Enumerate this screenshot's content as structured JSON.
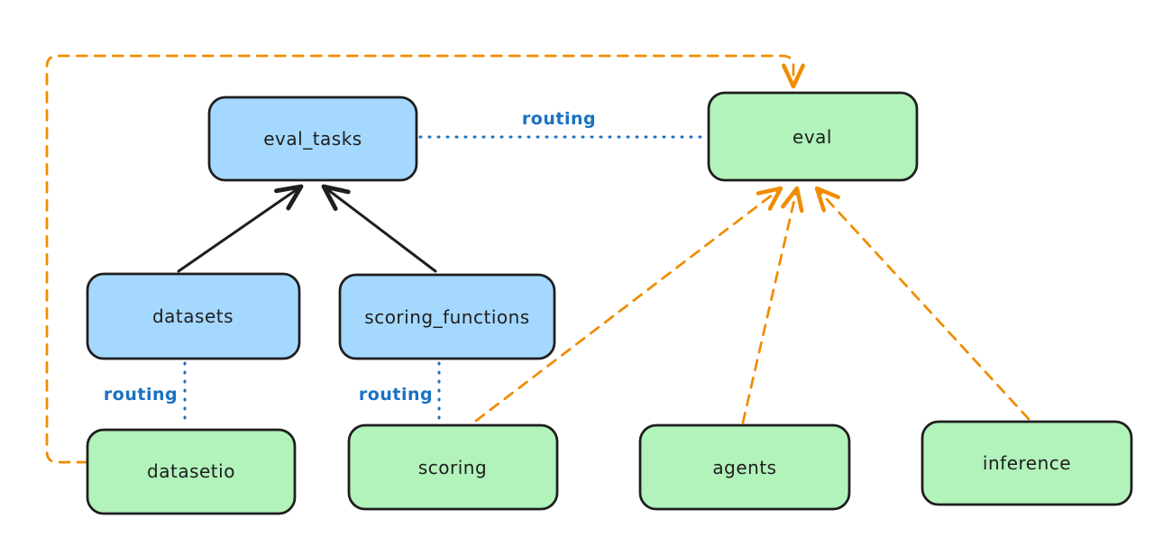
{
  "colors": {
    "background": "#ffffff",
    "node_stroke": "#1e1e1e",
    "blue_fill": "#a5d8ff",
    "green_fill": "#b2f2bb",
    "routing_blue": "#1971c2",
    "orange": "#f08c00",
    "text_dark": "#1e1e1e"
  },
  "nodes": {
    "eval_tasks": {
      "label": "eval_tasks"
    },
    "eval": {
      "label": "eval"
    },
    "datasets": {
      "label": "datasets"
    },
    "scoring_functions": {
      "label": "scoring_functions"
    },
    "datasetio": {
      "label": "datasetio"
    },
    "scoring": {
      "label": "scoring"
    },
    "agents": {
      "label": "agents"
    },
    "inference": {
      "label": "inference"
    }
  },
  "edges": [
    {
      "from": "datasets",
      "to": "eval_tasks",
      "style": "solid",
      "color": "black"
    },
    {
      "from": "scoring_functions",
      "to": "eval_tasks",
      "style": "solid",
      "color": "black"
    },
    {
      "from": "eval_tasks",
      "to": "eval",
      "style": "dotted",
      "color": "blue",
      "label": "routing"
    },
    {
      "from": "datasets",
      "to": "datasetio",
      "style": "dotted",
      "color": "blue",
      "label": "routing"
    },
    {
      "from": "scoring_functions",
      "to": "scoring",
      "style": "dotted",
      "color": "blue",
      "label": "routing"
    },
    {
      "from": "datasetio",
      "to": "eval",
      "style": "dashed",
      "color": "orange"
    },
    {
      "from": "scoring",
      "to": "eval",
      "style": "dashed",
      "color": "orange"
    },
    {
      "from": "agents",
      "to": "eval",
      "style": "dashed",
      "color": "orange"
    },
    {
      "from": "inference",
      "to": "eval",
      "style": "dashed",
      "color": "orange"
    }
  ]
}
